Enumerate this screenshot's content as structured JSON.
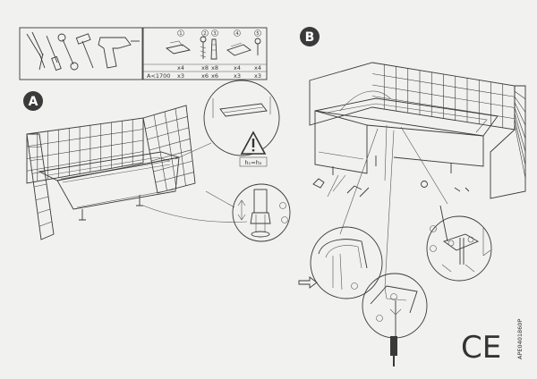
{
  "markers": {
    "step_a": "A",
    "step_b": "B"
  },
  "parts_table": {
    "columns": [
      {
        "symbol": "1",
        "row_top": "x4",
        "row_bottom": "x3"
      },
      {
        "symbol": "2",
        "row_top": "x8",
        "row_bottom": "x6"
      },
      {
        "symbol": "3",
        "row_top": "x8",
        "row_bottom": "x6"
      },
      {
        "symbol": "4",
        "row_top": "x4",
        "row_bottom": "x3"
      },
      {
        "symbol": "5",
        "row_top": "x4",
        "row_bottom": "x3"
      }
    ],
    "row_bottom_label": "A<1700"
  },
  "warning_formula": "h₁=h₂",
  "certification_mark": "CE",
  "document_code": "APE0401860P",
  "colors": {
    "background": "#f1f1ef",
    "line": "#3a3a3a",
    "marker_fill": "#3a3a3a",
    "marker_text": "#ffffff"
  }
}
